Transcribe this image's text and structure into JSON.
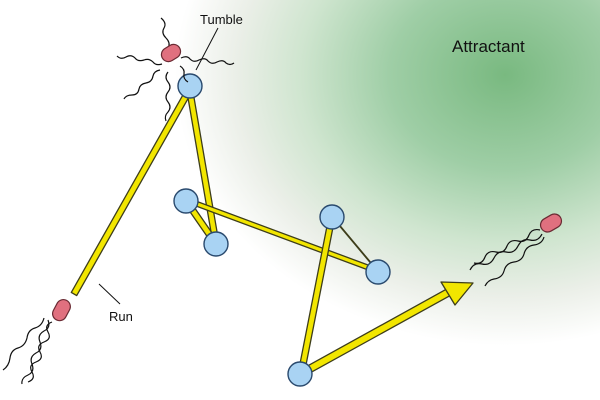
{
  "labels": {
    "tumble": "Tumble",
    "run": "Run",
    "attractant": "Attractant"
  },
  "colors": {
    "gradient_core": "#7fbf86",
    "gradient_edge": "#f6f6f2",
    "path_fill": "#f2e600",
    "path_stroke": "#3d3d1a",
    "node_fill": "#a9d3f3",
    "node_stroke": "#2a4a6e",
    "bacterium_body": "#e0707f",
    "bacterium_stroke": "#6a2a33",
    "flagella": "#111111"
  },
  "icons": {
    "bacterium": "bacterium-icon",
    "arrowhead": "arrowhead-icon",
    "tumble_point": "tumble-node-icon"
  }
}
